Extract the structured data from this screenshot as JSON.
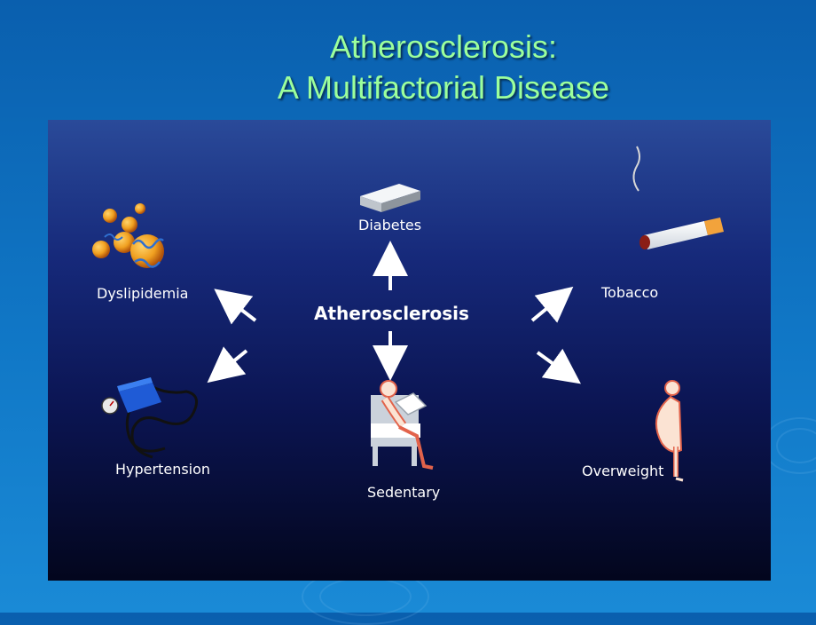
{
  "slide": {
    "title_line1": "Atherosclerosis:",
    "title_line2": "A Multifactorial Disease"
  },
  "diagram": {
    "center": "Atherosclerosis",
    "factors": {
      "diabetes": "Diabetes",
      "dyslipidemia": "Dyslipidemia",
      "tobacco": "Tobacco",
      "hypertension": "Hypertension",
      "sedentary": "Sedentary",
      "overweight": "Overweight"
    }
  },
  "colors": {
    "title": "#9cff9c",
    "slide_background": "#0f6cbd",
    "panel_background": "#0b1553",
    "label_text": "#ffffff",
    "figure_fill": "#fbe3d3",
    "figure_stroke": "#e2634b"
  },
  "icons": [
    "sugar-cube-icon",
    "lipid-molecules-icon",
    "cigarette-icon",
    "blood-pressure-cuff-icon",
    "seated-person-icon",
    "overweight-person-icon",
    "arrow-icon"
  ]
}
